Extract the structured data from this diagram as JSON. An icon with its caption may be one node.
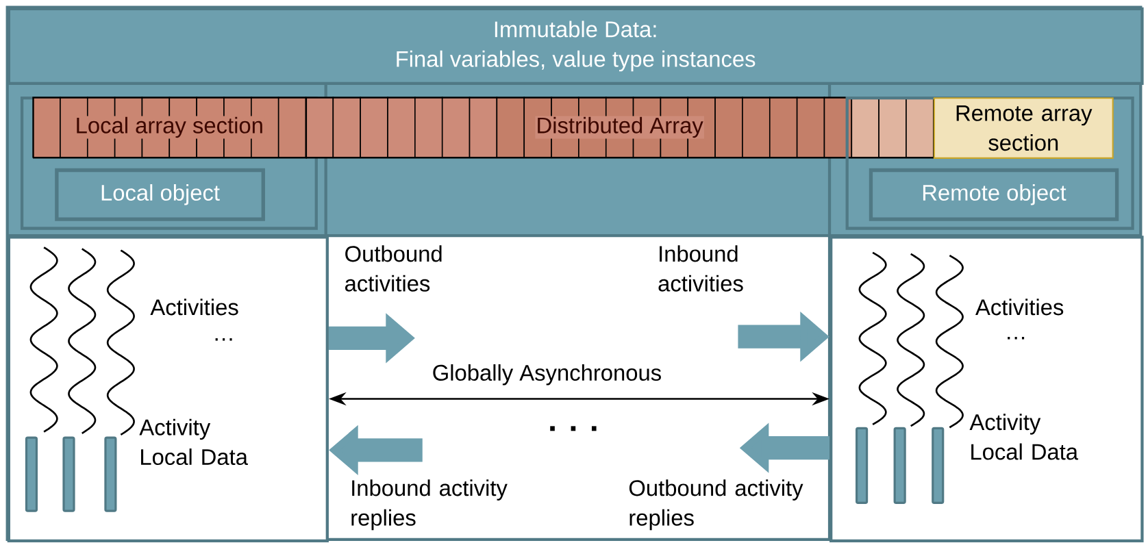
{
  "diagram": {
    "nodes": [
      {
        "text": [
          "Immutable Data:",
          "Final variables, value type instances"
        ]
      },
      {
        "text": [],
        "shape": "box"
      },
      {
        "text": [
          "Local array section"
        ],
        "in": 1
      },
      {
        "text": [
          "Local object"
        ],
        "in": 1
      },
      {
        "text": [
          "Distributed Array"
        ]
      },
      {
        "text": [],
        "shape": "box"
      },
      {
        "text": [
          "Remote array section"
        ],
        "in": 5
      },
      {
        "text": [
          "Remote object"
        ],
        "in": 5
      },
      {
        "text": [
          "Activities",
          "…",
          "Activity Local Data"
        ]
      },
      {
        "text": [
          "Activities",
          "…",
          "Activity Local Data"
        ]
      }
    ],
    "edges": [
      {
        "from": 8,
        "to": null,
        "arrow": "to"
      },
      {
        "from": null,
        "to": 9,
        "arrow": "to"
      },
      {
        "from": null,
        "to": 8,
        "arrow": "to"
      },
      {
        "from": 9,
        "to": null,
        "arrow": "to"
      },
      {
        "from": 8,
        "to": 9,
        "arrow": "both",
        "label": "Globally Asynchronous",
        "color": "#000000"
      }
    ],
    "labels": [
      "Outbound activities",
      "Inbound activities",
      ". . .",
      "Inbound activity replies",
      "Outbound activity replies"
    ]
  }
}
